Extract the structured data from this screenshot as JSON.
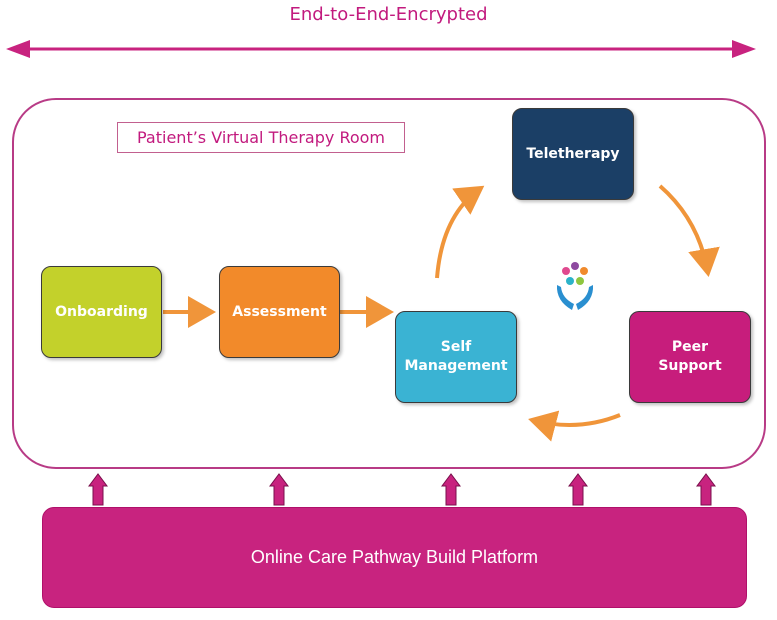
{
  "header": {
    "encryption_label": "End-to-End-Encrypted"
  },
  "room": {
    "label": "Patient’s Virtual Therapy Room"
  },
  "nodes": {
    "onboarding": "Onboarding",
    "assessment": "Assessment",
    "self_management": "Self\nManagement",
    "teletherapy": "Teletherapy",
    "peer_support": "Peer\nSupport"
  },
  "platform": {
    "label": "Online Care Pathway Build Platform"
  },
  "icons": {
    "center_logo": "people-hands-logo-icon"
  },
  "colors": {
    "magenta": "#c8237f",
    "onboarding": "#c3d12b",
    "assessment": "#f28a2a",
    "self_management": "#3ab3d3",
    "teletherapy": "#1b3f66",
    "peer_support": "#c71d7c",
    "arrow_orange": "#f0953a"
  }
}
